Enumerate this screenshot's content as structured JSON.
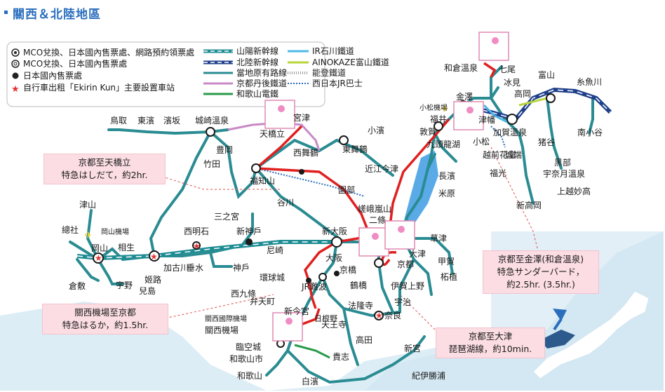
{
  "header": {
    "title": "關西＆北陸地區"
  },
  "legend_left": [
    {
      "label": "MCO兌換、日本國內售票處、網路預約領票處",
      "icon": "double-circle-dot"
    },
    {
      "label": "MCO兌換、日本國內售票處",
      "icon": "double-circle"
    },
    {
      "label": "日本國內售票處",
      "icon": "filled-dot"
    },
    {
      "label": "自行車出租「Ekirin Kun」主要設置車站",
      "icon": "red-star"
    }
  ],
  "legend_right": [
    {
      "label": "山陽新幹線",
      "color": "#1e8c93",
      "style": "thick-dash"
    },
    {
      "label": "IR石川鐵道",
      "color": "#4db8e8",
      "style": "solid"
    },
    {
      "label": "北陸新幹線",
      "color": "#1e3f8a",
      "style": "thick-dash"
    },
    {
      "label": "AINOKAZE富山鐵道",
      "color": "#b6d63a",
      "style": "solid"
    },
    {
      "label": "當地原有路線",
      "color": "#2a8c92",
      "style": "solid"
    },
    {
      "label": "能登鐵道",
      "color": "#9a9a9a",
      "style": "dotted-double"
    },
    {
      "label": "京都丹後鐵道",
      "color": "#c889c6",
      "style": "solid"
    },
    {
      "label": "西日本JR巴士",
      "color": "#2a6ebd",
      "style": "dotted"
    },
    {
      "label": "和歌山電鐵",
      "color": "#2a9a4a",
      "style": "solid"
    }
  ],
  "notes": [
    {
      "line1": "京都至天橋立",
      "line2": "特急はしだて，約2hr."
    },
    {
      "line1": "關西機場至京都",
      "line2": "特急はるか，約1.5hr."
    },
    {
      "line1": "京都至金澤(和倉溫泉)",
      "line2": "特急サンダーバード，",
      "line3": "約2.5hr. (3.5hr.)"
    },
    {
      "line1": "京都至大津",
      "line2": "琵琶湖線，約10min."
    }
  ],
  "stations": [
    "鳥取",
    "東濱",
    "濱坂",
    "城崎溫泉",
    "宮津",
    "天橋立",
    "豊岡",
    "竹田",
    "西舞鶴",
    "東舞鶴",
    "小濱",
    "敦賀",
    "福井",
    "金澤",
    "和倉溫泉",
    "七尾",
    "冰見",
    "高岡",
    "富山",
    "糸魚川",
    "小松",
    "小松機場",
    "津幡",
    "加賀溫泉",
    "九頭龍湖",
    "越前花堂",
    "城端",
    "福光",
    "新高岡",
    "猪谷",
    "黑部",
    "宇奈月溫泉",
    "南小谷",
    "上越妙高",
    "福知山",
    "園部",
    "嵯峨嵐山",
    "二條",
    "近江今津",
    "長濱",
    "米原",
    "谷川",
    "三之宮",
    "新神戶",
    "西明石",
    "加古川",
    "姬路",
    "兒島",
    "宇野",
    "倉敷",
    "岡山",
    "岡山機場",
    "相生",
    "總社",
    "津山",
    "垂水",
    "神戶",
    "尼崎",
    "新大阪",
    "大阪",
    "京橋",
    "鶴橋",
    "環球城",
    "西九條",
    "弁天町",
    "JR難波",
    "新今宮",
    "天王寺",
    "法隆寺",
    "奈良",
    "高田",
    "宇治",
    "京都",
    "大津",
    "草津",
    "甲賀",
    "柘植",
    "伊賀上野",
    "關西機場",
    "關西國際機場",
    "日根野",
    "臨空城",
    "和歌山市",
    "和歌山",
    "貴志",
    "白濱",
    "新宮",
    "紀伊勝浦"
  ]
}
